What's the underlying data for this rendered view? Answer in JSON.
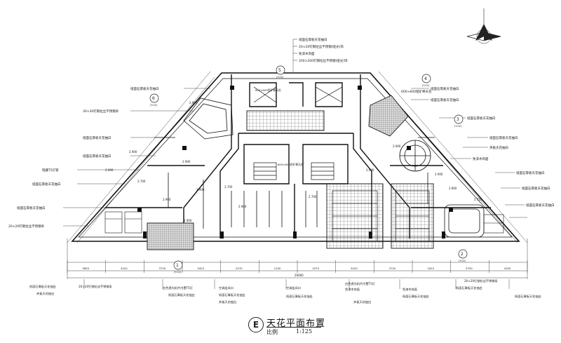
{
  "title": {
    "letter": "E",
    "name": "天花平面布置",
    "scale_label": "比例",
    "scale": "1:125"
  },
  "grid_labels": [
    {
      "num": "5",
      "sub": "(Y-02)"
    },
    {
      "num": "4",
      "sub": "(Y-02)"
    },
    {
      "num": "6",
      "sub": "(Y-02)"
    },
    {
      "num": "3",
      "sub": "(Y-02)"
    },
    {
      "num": "1",
      "sub": "(Y-02)"
    },
    {
      "num": "2",
      "sub": "(Y-02)"
    }
  ],
  "top_callouts": [
    "纸面石膏板天花抽白",
    "20×20钉钢拉丝不锈钢(哑光)饰",
    "免漆木饰面",
    "200×200钉钢拉丝不锈钢(哑光)饰"
  ],
  "left_callouts": [
    "纸面石膏板天花抽白",
    "30×30钉钢拉丝不锈钢条",
    "纸面石膏板天花抽白",
    "纸面石膏板天花抽白",
    "暗藏T5灯管",
    "纸面石膏板天花抽白",
    "纸面石膏板天花抽白",
    "20×20钉钢拉丝不锈钢条"
  ],
  "right_callouts": [
    "纸面石膏板天花抽白",
    "600×600铝矿棉天花",
    "纸面石膏板天花抽白",
    "纸面石膏板天花抽白",
    "夹板天花抽白",
    "免漆木饰面",
    "纸面石膏板天花抽白",
    "纸面石膏板天花抽白",
    "纸面石膏板天花抽白",
    "纸面石膏板天花抽白"
  ],
  "bottom_callouts": [
    "纸面石膏板天花抽白",
    "20×20钉钢拉丝不锈钢条",
    "夹板天花抽白",
    "白色透光机片内置T5灯",
    "纸面石膏板天花抽白",
    "空调出风口",
    "纸面石膏板天花抽白",
    "夹板天花抽白",
    "空调出风口",
    "白色透光机片内置T5灯",
    "免漆木饰面",
    "纸面石膏板天花抽白",
    "免漆木饰面",
    "纸面石膏板天花抽白",
    "夹板天花抽白",
    "纸面石膏板天花抽白",
    "20×20钉钢拉丝不锈钢条",
    "纸面石膏板天花抽白"
  ],
  "dims_bottom": [
    "3650",
    "3420",
    "3720",
    "3420",
    "2570",
    "1200",
    "2570",
    "3420",
    "3720",
    "3420",
    "3750",
    "4200"
  ],
  "dim_total": "29000",
  "level_tags": [
    "2.900",
    "2.900",
    "2.700",
    "2.900",
    "2.700",
    "2.900",
    "2.700",
    "2.900",
    "2.900",
    "2.900",
    "2.900",
    "2.750",
    "2.800",
    "2.900",
    "2.900",
    "2.900"
  ],
  "elevator_label": "600×600铝矿棉天花",
  "core_label": "600×600铝矿棉天花"
}
